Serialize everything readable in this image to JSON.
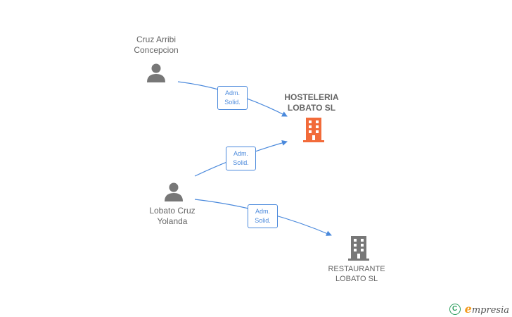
{
  "nodes": {
    "person_1": {
      "name_line1": "Cruz Arribi",
      "name_line2": "Concepcion"
    },
    "person_2": {
      "name_line1": "Lobato Cruz",
      "name_line2": "Yolanda"
    },
    "company_main": {
      "name_line1": "HOSTELERIA",
      "name_line2": "LOBATO SL",
      "color": "#f26b3a"
    },
    "company_other": {
      "name_line1": "RESTAURANTE",
      "name_line2": "LOBATO SL",
      "color": "#777777"
    }
  },
  "edges": [
    {
      "line1": "Adm.",
      "line2": "Solid."
    },
    {
      "line1": "Adm.",
      "line2": "Solid."
    },
    {
      "line1": "Adm.",
      "line2": "Solid."
    }
  ],
  "colors": {
    "edge": "#4a89dc",
    "person_icon": "#777777"
  },
  "footer": {
    "copyright_symbol": "C",
    "brand_initial": "e",
    "brand_rest": "mpresia"
  }
}
